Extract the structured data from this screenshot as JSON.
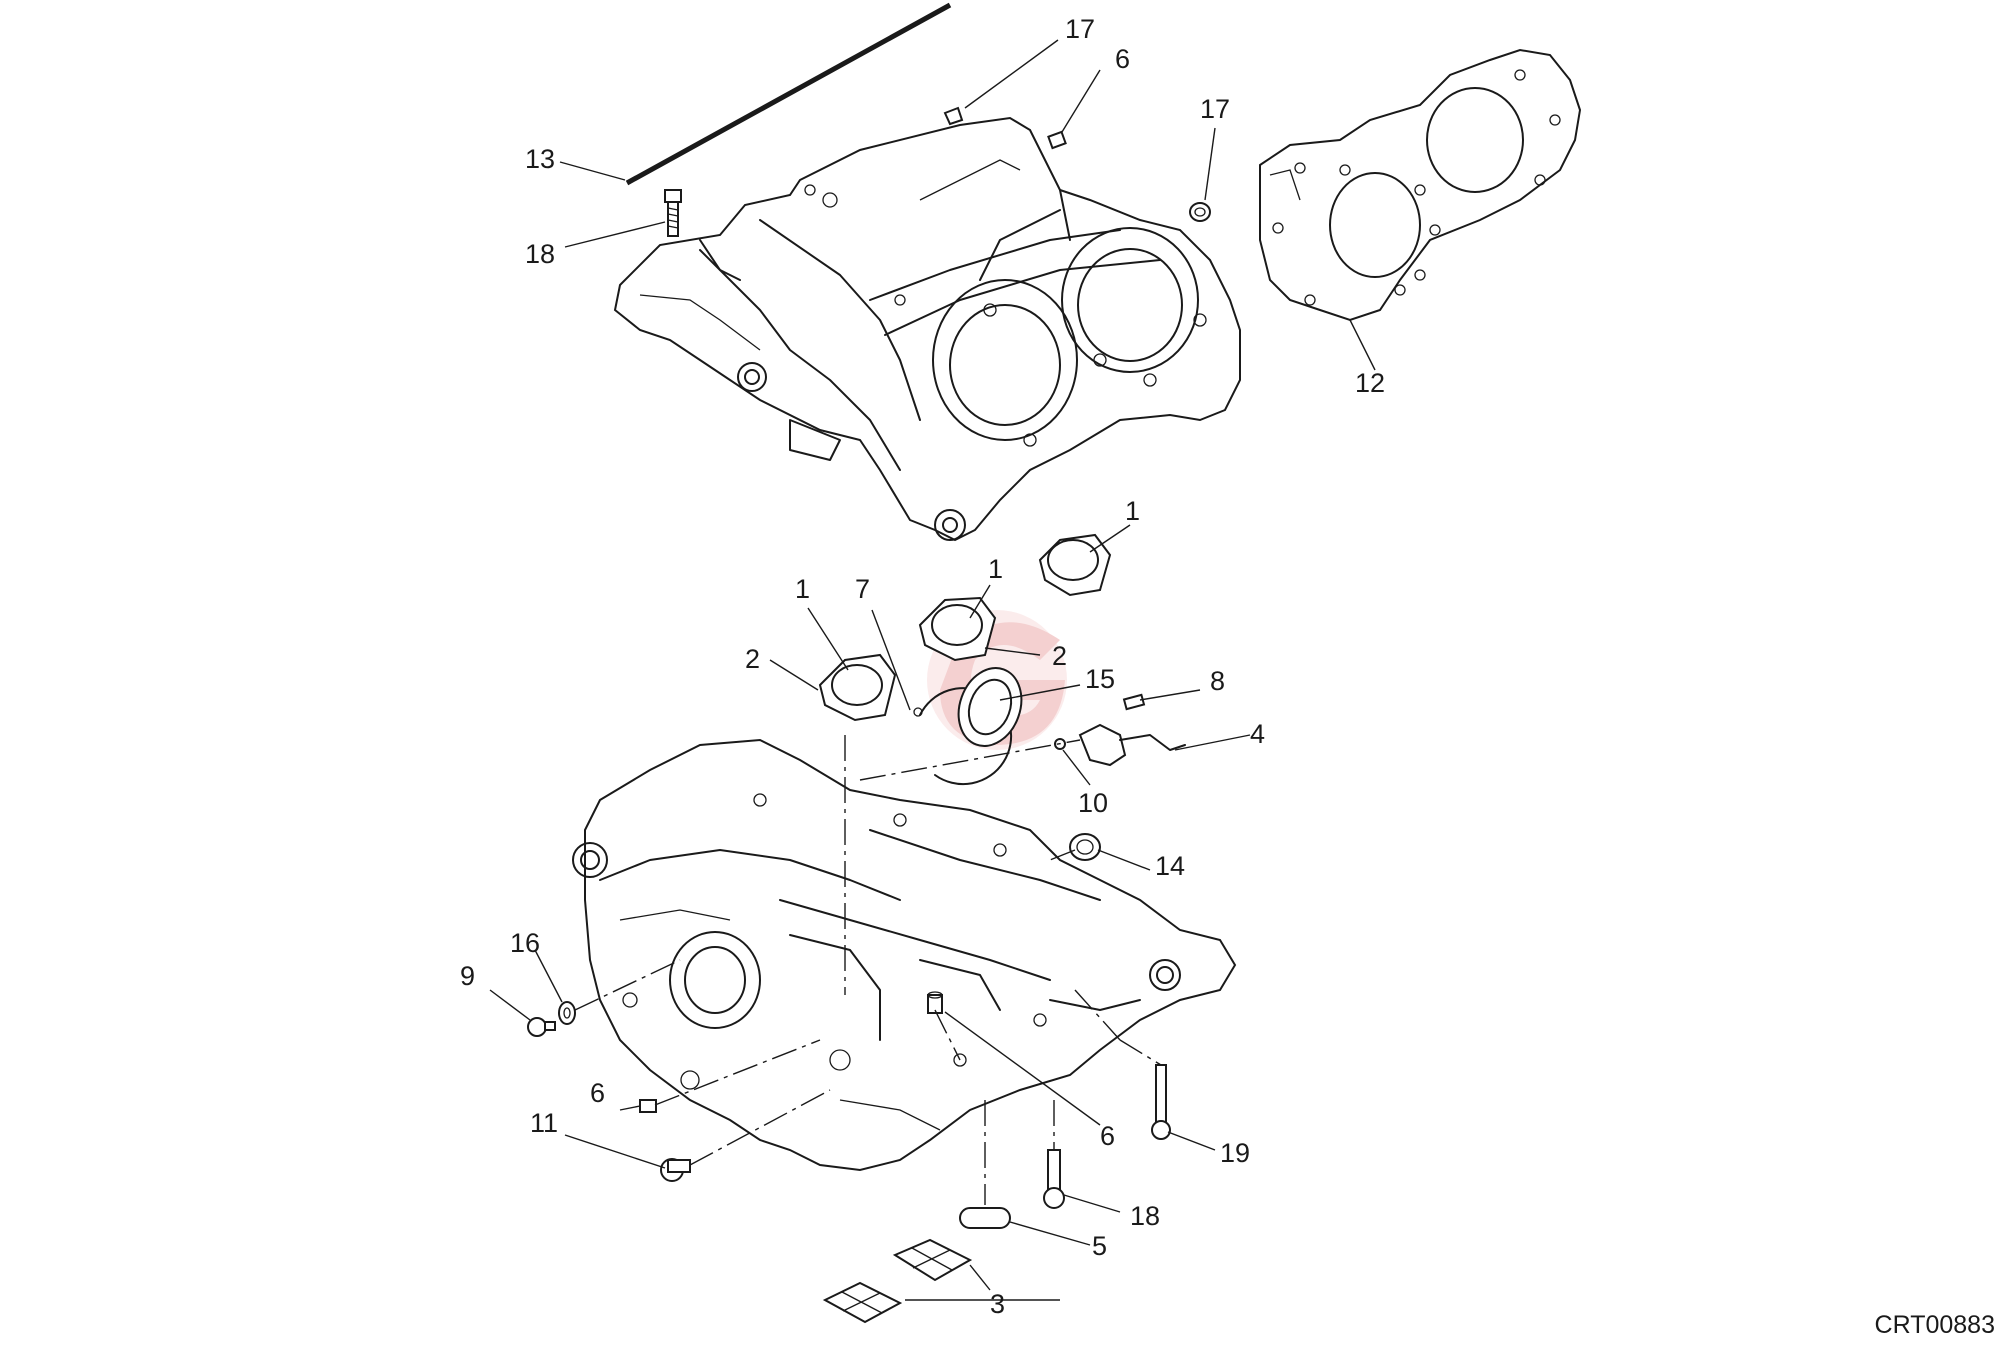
{
  "drawing_code": "CRT00883",
  "callouts": [
    {
      "label": "17"
    },
    {
      "label": "6"
    },
    {
      "label": "17"
    },
    {
      "label": "13"
    },
    {
      "label": "18"
    },
    {
      "label": "12"
    },
    {
      "label": "1"
    },
    {
      "label": "1"
    },
    {
      "label": "1"
    },
    {
      "label": "7"
    },
    {
      "label": "2"
    },
    {
      "label": "2"
    },
    {
      "label": "15"
    },
    {
      "label": "8"
    },
    {
      "label": "4"
    },
    {
      "label": "10"
    },
    {
      "label": "14"
    },
    {
      "label": "16"
    },
    {
      "label": "9"
    },
    {
      "label": "6"
    },
    {
      "label": "6"
    },
    {
      "label": "11"
    },
    {
      "label": "19"
    },
    {
      "label": "18"
    },
    {
      "label": "5"
    },
    {
      "label": "3"
    }
  ],
  "colors": {
    "line": "#1a1a1a",
    "watermark": "#e8a0a0"
  }
}
